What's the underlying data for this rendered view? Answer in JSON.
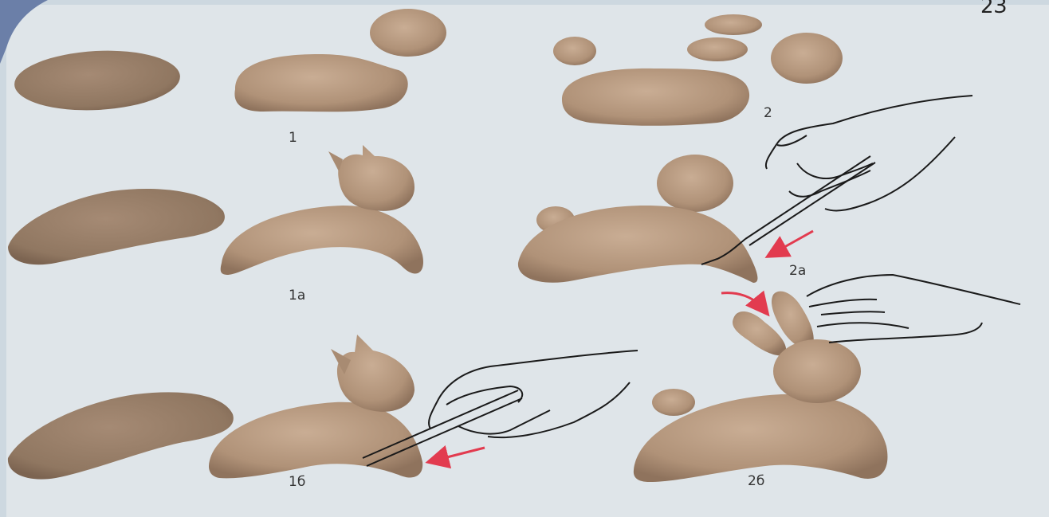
{
  "page_number": "2З",
  "steps": {
    "s1": "1",
    "s1a": "1а",
    "s1b": "1б",
    "s2": "2",
    "s2a": "2а",
    "s2b": "2б"
  },
  "colors": {
    "paper": "#dfe5e9",
    "clay": "#b79a81",
    "clay_dark": "#9a7e66",
    "arrow": "#e23b4f",
    "ink": "#1a1a1a"
  }
}
